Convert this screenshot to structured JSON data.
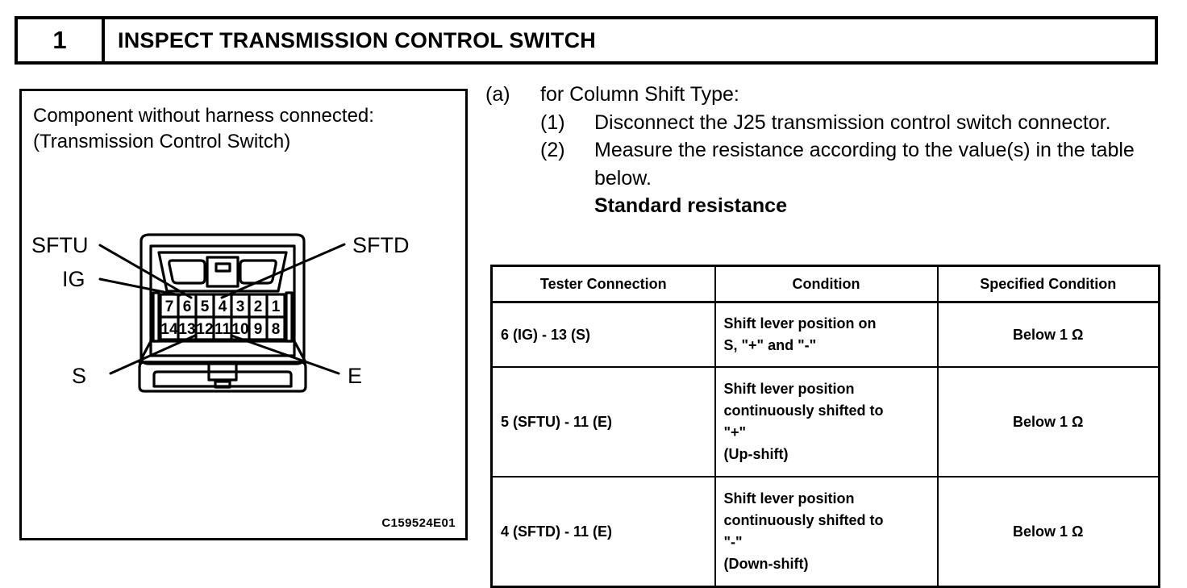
{
  "step_header": {
    "number": "1",
    "title": "INSPECT TRANSMISSION CONTROL SWITCH"
  },
  "illustration": {
    "caption": "Component without harness connected:\n(Transmission Control Switch)",
    "part_number": "C159524E01",
    "connector": {
      "pin_rows": [
        [
          "7",
          "6",
          "5",
          "4",
          "3",
          "2",
          "1"
        ],
        [
          "14",
          "13",
          "12",
          "11",
          "10",
          "9",
          "8"
        ]
      ],
      "labels": {
        "top_left": "SFTU",
        "mid_left": "IG",
        "top_right": "SFTD",
        "bottom_left": "S",
        "bottom_right": "E"
      }
    }
  },
  "procedure": {
    "item_a_marker": "(a)",
    "item_a_text": "for Column Shift Type:",
    "item_1_marker": "(1)",
    "item_1_text": "Disconnect the J25 transmission control switch connector.",
    "item_2_marker": "(2)",
    "item_2_text": "Measure the resistance according to the value(s) in the table below.",
    "standard_heading": "Standard resistance"
  },
  "spec_table": {
    "headers": [
      "Tester Connection",
      "Condition",
      "Specified Condition"
    ],
    "rows": [
      {
        "tester": "6 (IG) - 13 (S)",
        "condition": "Shift lever position on\nS, \"+\" and \"-\"",
        "specified": "Below 1 Ω"
      },
      {
        "tester": "5 (SFTU) - 11 (E)",
        "condition": "Shift lever position\ncontinuously shifted to\n\"+\"\n(Up-shift)",
        "specified": "Below 1 Ω"
      },
      {
        "tester": "4 (SFTD) - 11 (E)",
        "condition": "Shift lever position\ncontinuously shifted to\n\"-\"\n(Down-shift)",
        "specified": "Below 1 Ω"
      }
    ]
  }
}
